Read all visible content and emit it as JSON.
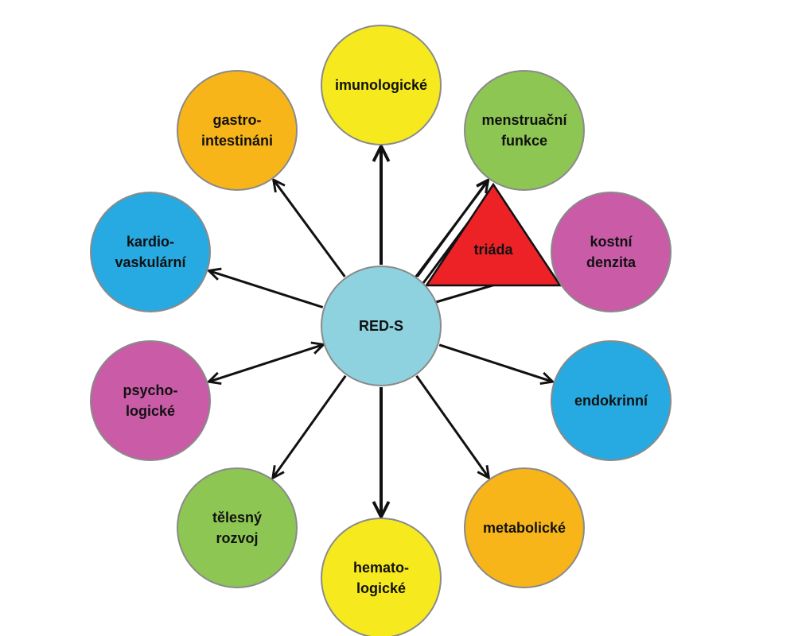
{
  "center": {
    "label": "RED-S",
    "color": "#8ed2e0"
  },
  "triad": {
    "label": "triáda",
    "color": "#ec2227"
  },
  "nodes": [
    {
      "id": "imunologicke",
      "lines": [
        "imunologické"
      ],
      "color": "#f6ea1f",
      "arrow": "out"
    },
    {
      "id": "menstruacni-funkce",
      "lines": [
        "menstruační",
        "funkce"
      ],
      "color": "#8ec654",
      "arrow": "out"
    },
    {
      "id": "kostni-denzita",
      "lines": [
        "kostní",
        "denzita"
      ],
      "color": "#c95ba7",
      "arrow": "none"
    },
    {
      "id": "endokrinni",
      "lines": [
        "endokrinní"
      ],
      "color": "#27aae1",
      "arrow": "out"
    },
    {
      "id": "metabolicke",
      "lines": [
        "metabolické"
      ],
      "color": "#f7b519",
      "arrow": "out"
    },
    {
      "id": "hematologicke",
      "lines": [
        "hemato-",
        "logické"
      ],
      "color": "#f6ea1f",
      "arrow": "out"
    },
    {
      "id": "telesny-rozvoj",
      "lines": [
        "tělesný",
        "rozvoj"
      ],
      "color": "#8ec654",
      "arrow": "out"
    },
    {
      "id": "psychologicke",
      "lines": [
        "psycho-",
        "logické"
      ],
      "color": "#c95ba7",
      "arrow": "both"
    },
    {
      "id": "kardiovaskularni",
      "lines": [
        "kardio-",
        "vaskulární"
      ],
      "color": "#27aae1",
      "arrow": "out"
    },
    {
      "id": "gastrointestinani",
      "lines": [
        "gastro-",
        "intestináni"
      ],
      "color": "#f7b519",
      "arrow": "out"
    }
  ]
}
